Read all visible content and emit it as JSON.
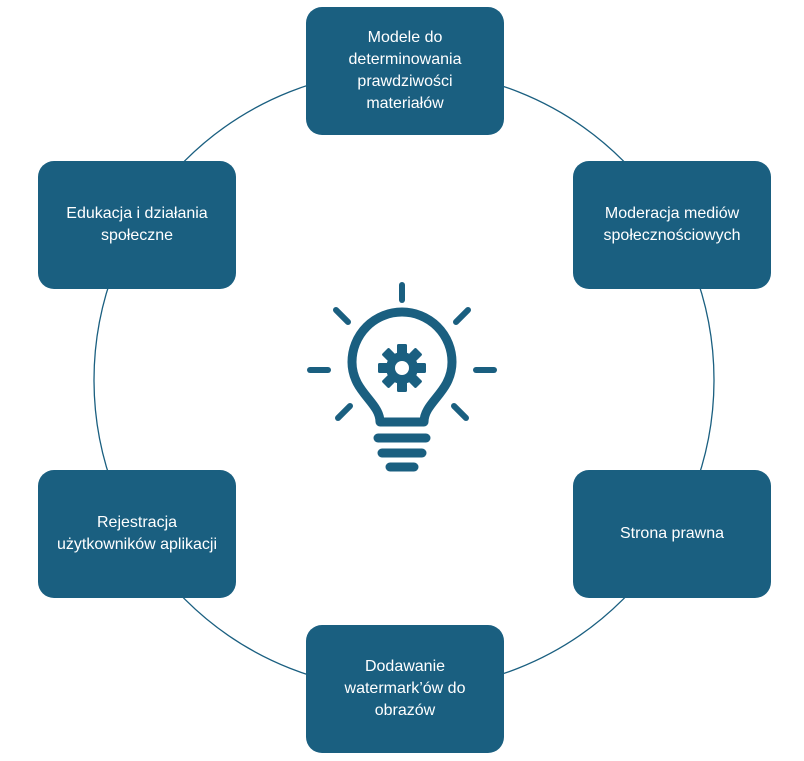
{
  "colors": {
    "node_fill": "#1a5f80",
    "node_text": "#ffffff",
    "ring_stroke": "#1a5f80",
    "icon_color": "#1a5f80"
  },
  "center_icon": "lightbulb-gear-icon",
  "nodes": [
    {
      "text": "Modele do determinowania prawdziwości materiałów"
    },
    {
      "text": "Moderacja mediów społecznościowych"
    },
    {
      "text": "Strona prawna"
    },
    {
      "text": "Dodawanie watermark’ów do obrazów"
    },
    {
      "text": "Rejestracja użytkowników aplikacji"
    },
    {
      "text": "Edukacja i działania społeczne"
    }
  ]
}
